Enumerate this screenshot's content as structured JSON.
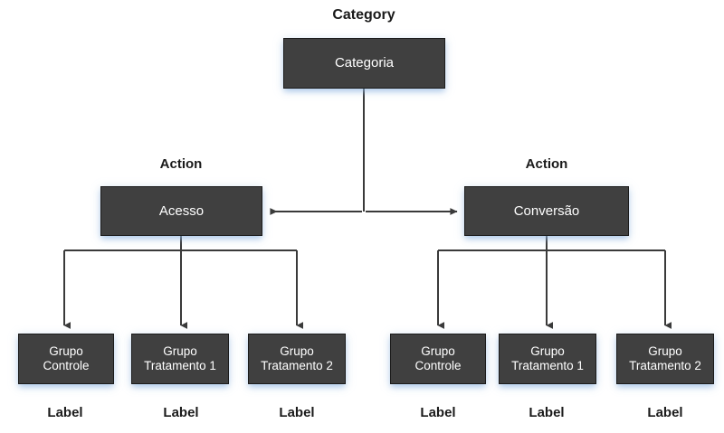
{
  "diagram": {
    "title_caption": "Category",
    "background_color": "#ffffff",
    "node_fill_color": "#404040",
    "node_border_color": "#1b1b1b",
    "node_text_color": "#ffffff",
    "connector_color": "#3a3a3a",
    "caption_color": "#1a1a1a"
  },
  "captions": {
    "category": "Category",
    "action_left": "Action",
    "action_right": "Action"
  },
  "root": {
    "label": "Categoria"
  },
  "actions": [
    {
      "label": "Acesso"
    },
    {
      "label": "Conversão"
    }
  ],
  "groups": [
    {
      "parent": "Acesso",
      "leaves": [
        {
          "label": "Grupo\nControle",
          "caption": "Label"
        },
        {
          "label": "Grupo\nTratamento 1",
          "caption": "Label"
        },
        {
          "label": "Grupo\nTratamento 2",
          "caption": "Label"
        }
      ]
    },
    {
      "parent": "Conversão",
      "leaves": [
        {
          "label": "Grupo\nControle",
          "caption": "Label"
        },
        {
          "label": "Grupo\nTratamento 1",
          "caption": "Label"
        },
        {
          "label": "Grupo\nTratamento 2",
          "caption": "Label"
        }
      ]
    }
  ]
}
